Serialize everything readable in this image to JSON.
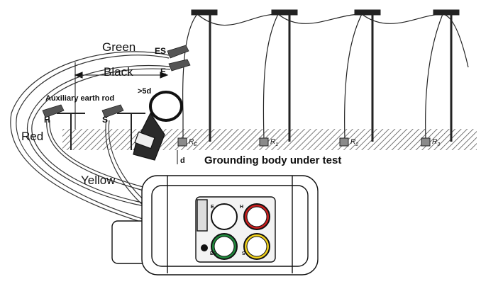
{
  "labels": {
    "green": "Green",
    "black": "Black",
    "red": "Red",
    "yellow": "Yellow",
    "es": "ES",
    "e": "E",
    "h": "H",
    "s": "S",
    "distance": ">5d",
    "d": "d",
    "aux_rod": "Auxiliary earth rod",
    "grounding_body": "Grounding body under test"
  },
  "resistors": [
    {
      "label": "R",
      "sub": "E"
    },
    {
      "label": "R",
      "sub": "1"
    },
    {
      "label": "R",
      "sub": "2"
    },
    {
      "label": "R",
      "sub": "3"
    }
  ],
  "terminals": [
    {
      "label": "E",
      "color": "#ffffff"
    },
    {
      "label": "H",
      "color": "#cc1f1f"
    },
    {
      "label": "ES",
      "color": "#1f8a3c"
    },
    {
      "label": "S",
      "color": "#f2d21b"
    }
  ],
  "wire_colors": {
    "green": "#1f8a3c",
    "black": "#111111",
    "red": "#cc1f1f",
    "yellow": "#f2d21b"
  }
}
